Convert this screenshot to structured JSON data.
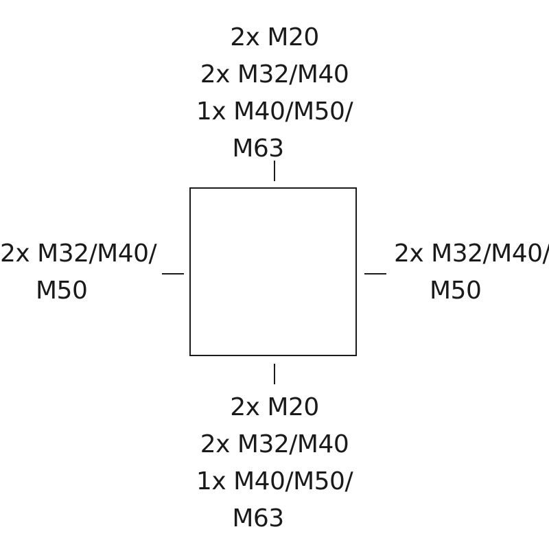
{
  "top": {
    "lines": [
      "2x M20",
      "2x M32/M40",
      "1x M40/M50/",
      "M63"
    ]
  },
  "bottom": {
    "lines": [
      "2x M20",
      "2x M32/M40",
      "1x M40/M50/",
      "M63"
    ]
  },
  "left": {
    "lines": [
      "2x M32/M40/",
      "M50"
    ]
  },
  "right": {
    "lines": [
      "2x M32/M40/",
      "M50"
    ]
  },
  "colors": {
    "line": "#1a1a1a",
    "background": "#ffffff"
  }
}
